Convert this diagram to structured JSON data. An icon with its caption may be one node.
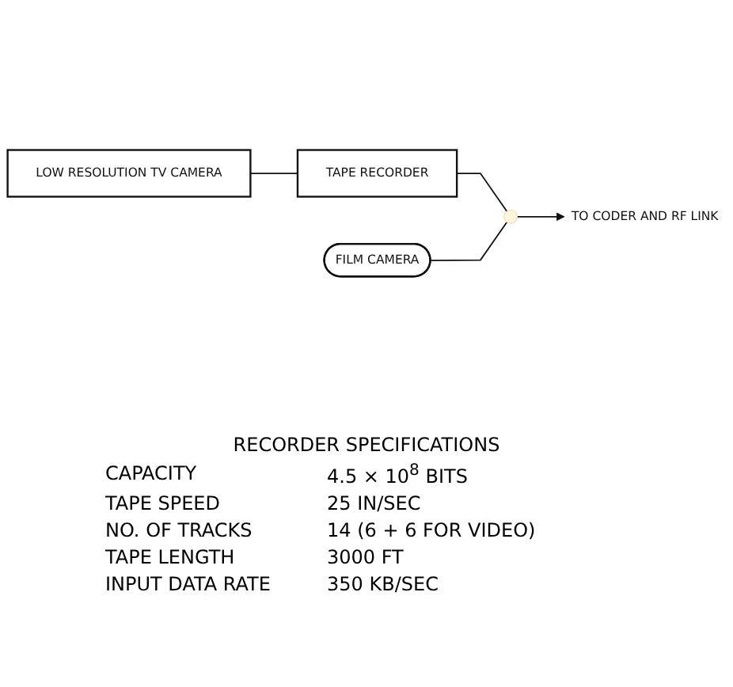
{
  "diagram": {
    "nodes": [
      {
        "text": [
          "LOW RESOLUTION TV CAMERA"
        ]
      },
      {
        "text": [
          "TAPE RECORDER"
        ]
      },
      {
        "text": [],
        "shape": "circle"
      },
      {
        "text": [
          "TO CODER AND RF LINK"
        ]
      },
      {
        "text": [
          "FILM CAMERA"
        ]
      }
    ],
    "edges": [
      {
        "from": 0,
        "to": 1,
        "arrow": "none"
      },
      {
        "from": 1,
        "to": 2,
        "arrow": "none"
      },
      {
        "from": 4,
        "to": 2,
        "arrow": "none"
      },
      {
        "from": 2,
        "to": 3,
        "arrow": "to"
      }
    ],
    "labels": [
      "RECORDER SPECIFICATIONS",
      "CAPACITY",
      "4.5 × 10$^{8}$ BITS",
      "TAPE SPEED",
      "25 IN/SEC",
      "NO. OF TRACKS",
      "14 (6 + 6 FOR VIDEO)",
      "TAPE LENGTH",
      "3000 FT",
      "INPUT DATA RATE",
      "350 KB/SEC"
    ]
  }
}
